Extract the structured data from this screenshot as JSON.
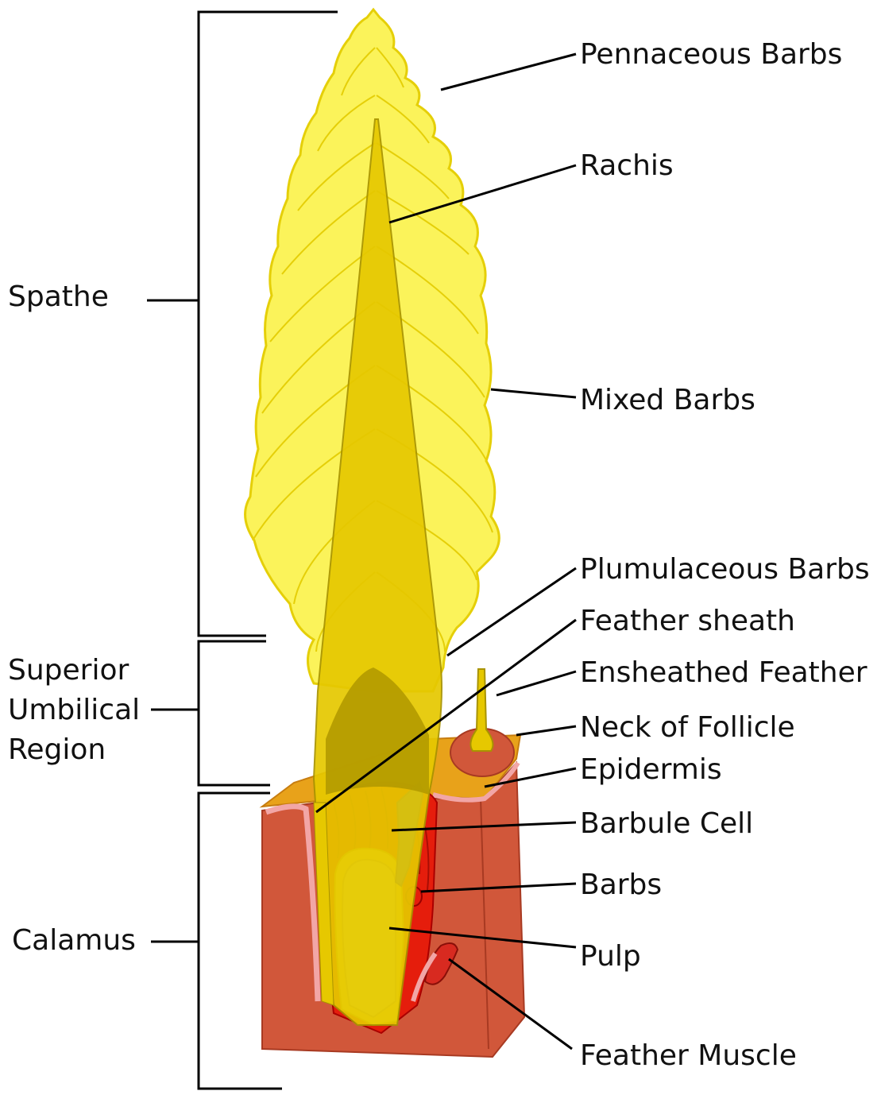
{
  "labels": {
    "spathe": "Spathe",
    "superior": [
      "Superior",
      "Umbilical",
      "Region"
    ],
    "calamus": "Calamus",
    "pennaceous_barbs": "Pennaceous Barbs",
    "rachis": "Rachis",
    "mixed_barbs": "Mixed Barbs",
    "plumulaceous_barbs": "Plumulaceous Barbs",
    "feather_sheath": "Feather sheath",
    "ensheathed_feather": "Ensheathed Feather",
    "neck_of_follicle": "Neck of Follicle",
    "epidermis": "Epidermis",
    "barbule_cell": "Barbule Cell",
    "barbs": "Barbs",
    "pulp": "Pulp",
    "feather_muscle": "Feather Muscle"
  },
  "colors": {
    "vane": "#fbf35a",
    "vane_edge": "#e5cf08",
    "rachis": "#e6c800",
    "rachis_dark": "#b39a00",
    "skin": "#d1573a",
    "skin_top": "#e8a21a",
    "tissue_red": "#e51d0c",
    "pulp": "#eefc8c",
    "barbule_cell": "#1f5ad6",
    "epidermis_pink": "#f2a6a6",
    "muscle": "#d82a20"
  }
}
